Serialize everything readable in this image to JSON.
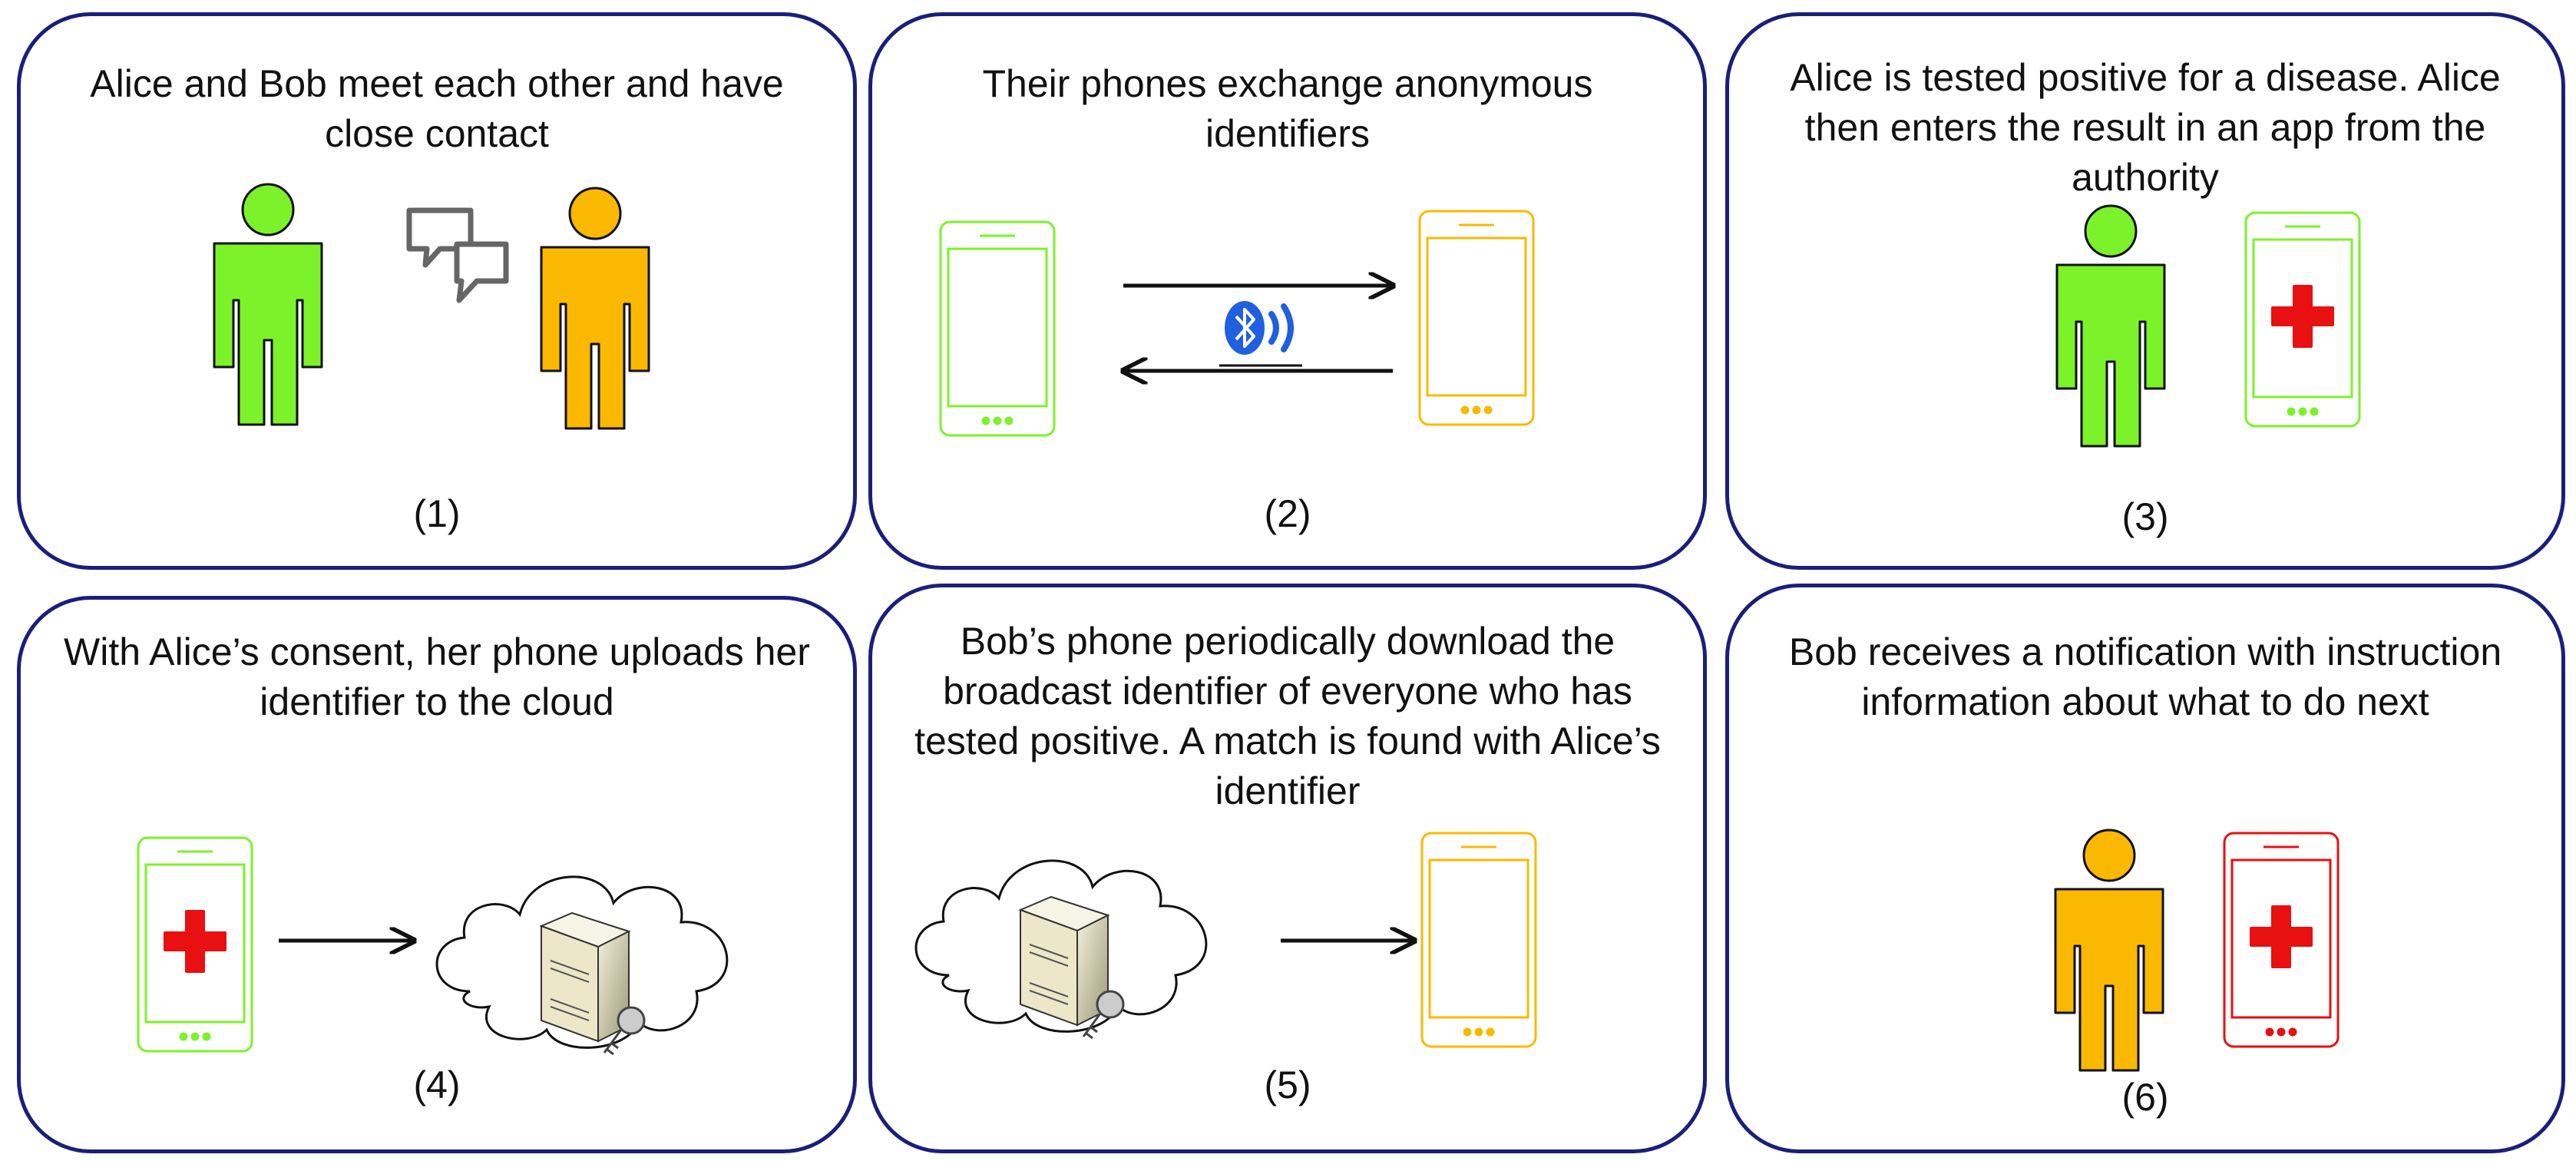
{
  "panels": [
    {
      "caption": "Alice and Bob meet each other and have close contact",
      "number": "(1)"
    },
    {
      "caption": "Their phones exchange anonymous identifiers",
      "number": "(2)"
    },
    {
      "caption": "Alice is tested positive for a disease. Alice then enters the result in an app from the authority",
      "number": "(3)"
    },
    {
      "caption": "With Alice’s consent, her phone uploads her identifier to the cloud",
      "number": "(4)"
    },
    {
      "caption": "Bob’s phone periodically download the broadcast identifier of everyone who has tested positive. A match is found with Alice’s identifier",
      "number": "(5)"
    },
    {
      "caption": "Bob receives a notification with instruction information about what to do next",
      "number": "(6)"
    }
  ],
  "colors": {
    "alice": "#7cf22a",
    "bob": "#fbb800",
    "alert": "#e81010",
    "border": "#1a1f7a",
    "bluetooth": "#2060e0"
  },
  "icons": [
    "person-icon",
    "speech-bubbles-icon",
    "smartphone-icon",
    "bluetooth-icon",
    "medical-cross-icon",
    "cloud-icon",
    "server-icon",
    "key-icon",
    "arrow-icon"
  ]
}
